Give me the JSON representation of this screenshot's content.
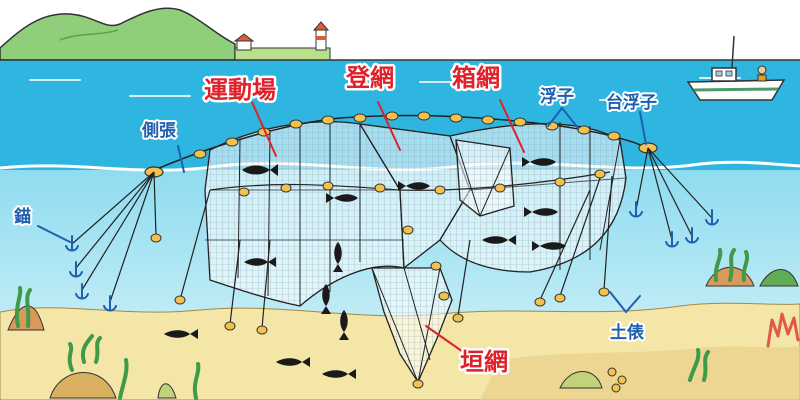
{
  "labels": {
    "undoujou": "運動場",
    "nobori_ami": "登網",
    "hako_ami": "箱網",
    "kaki_ami": "垣網",
    "gawa_bari": "側張",
    "ikari": "錨",
    "ukishi": "浮子",
    "dai_ukishi": "台浮子",
    "dohyou": "土俵"
  },
  "colors": {
    "sky": "#ffffff",
    "sea_surface": "#2fb6e0",
    "sea_deep": "#7fd6ee",
    "seabed": "#f4e6a6",
    "net_line": "#222222",
    "float": "#f2c14e",
    "label_red": "#e0202a",
    "label_blue": "#1f5fb0",
    "leader_red": "#e0202a",
    "leader_blue": "#1f5fb0"
  }
}
